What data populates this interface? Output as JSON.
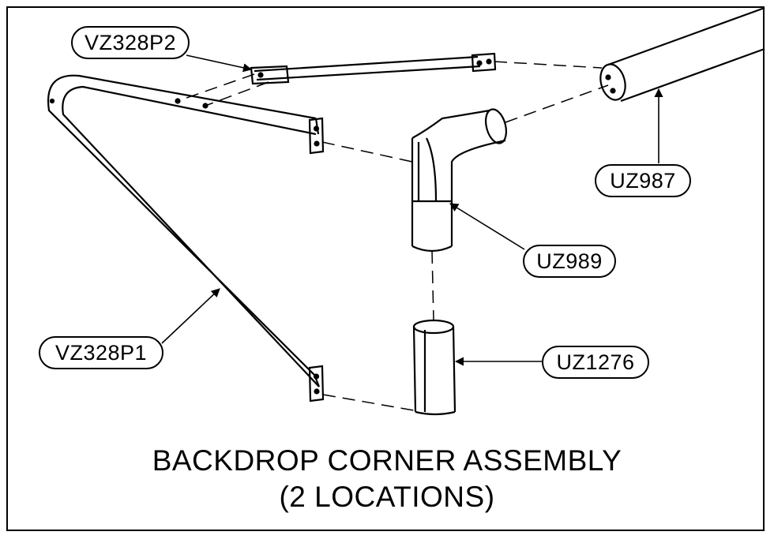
{
  "parts": {
    "vz328p2": "VZ328P2",
    "vz328p1": "VZ328P1",
    "uz987": "UZ987",
    "uz989": "UZ989",
    "uz1276": "UZ1276"
  },
  "caption": {
    "line1": "BACKDROP  CORNER ASSEMBLY",
    "line2": "(2 LOCATIONS)"
  },
  "colors": {
    "line": "#000000",
    "background": "#ffffff"
  }
}
